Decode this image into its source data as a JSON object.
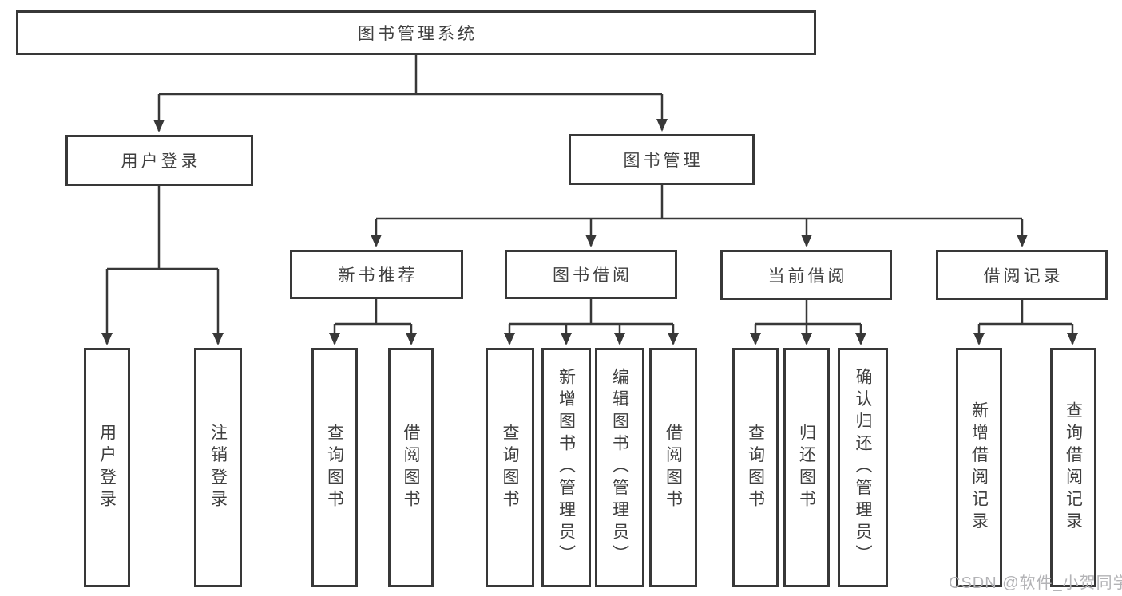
{
  "diagram": {
    "type": "hierarchy-tree",
    "title": "图书管理系统",
    "nodes": {
      "root": {
        "label": "图书管理系统"
      },
      "branches": [
        {
          "label": "用户登录",
          "parent": "图书管理系统"
        },
        {
          "label": "图书管理",
          "parent": "图书管理系统"
        }
      ],
      "sections": [
        {
          "label": "新书推荐",
          "parent": "图书管理"
        },
        {
          "label": "图书借阅",
          "parent": "图书管理"
        },
        {
          "label": "当前借阅",
          "parent": "图书管理"
        },
        {
          "label": "借阅记录",
          "parent": "图书管理"
        }
      ],
      "leaves": [
        {
          "label": "用户登录",
          "parent": "用户登录"
        },
        {
          "label": "注销登录",
          "parent": "用户登录"
        },
        {
          "label": "查询图书",
          "parent": "新书推荐"
        },
        {
          "label": "借阅图书",
          "parent": "新书推荐"
        },
        {
          "label": "查询图书",
          "parent": "图书借阅"
        },
        {
          "label": "新增图书（管理员）",
          "parent": "图书借阅"
        },
        {
          "label": "编辑图书（管理员）",
          "parent": "图书借阅"
        },
        {
          "label": "借阅图书",
          "parent": "图书借阅"
        },
        {
          "label": "查询图书",
          "parent": "当前借阅"
        },
        {
          "label": "归还图书",
          "parent": "当前借阅"
        },
        {
          "label": "确认归还（管理员）",
          "parent": "当前借阅"
        },
        {
          "label": "新增借阅记录",
          "parent": "借阅记录"
        },
        {
          "label": "查询借阅记录",
          "parent": "借阅记录"
        }
      ]
    },
    "colors": {
      "line": "#383838",
      "text": "#3f3f3f",
      "background": "#ffffff",
      "watermark": "#b3b3b6"
    },
    "watermark": "CSDN @软件_小贺同学"
  }
}
